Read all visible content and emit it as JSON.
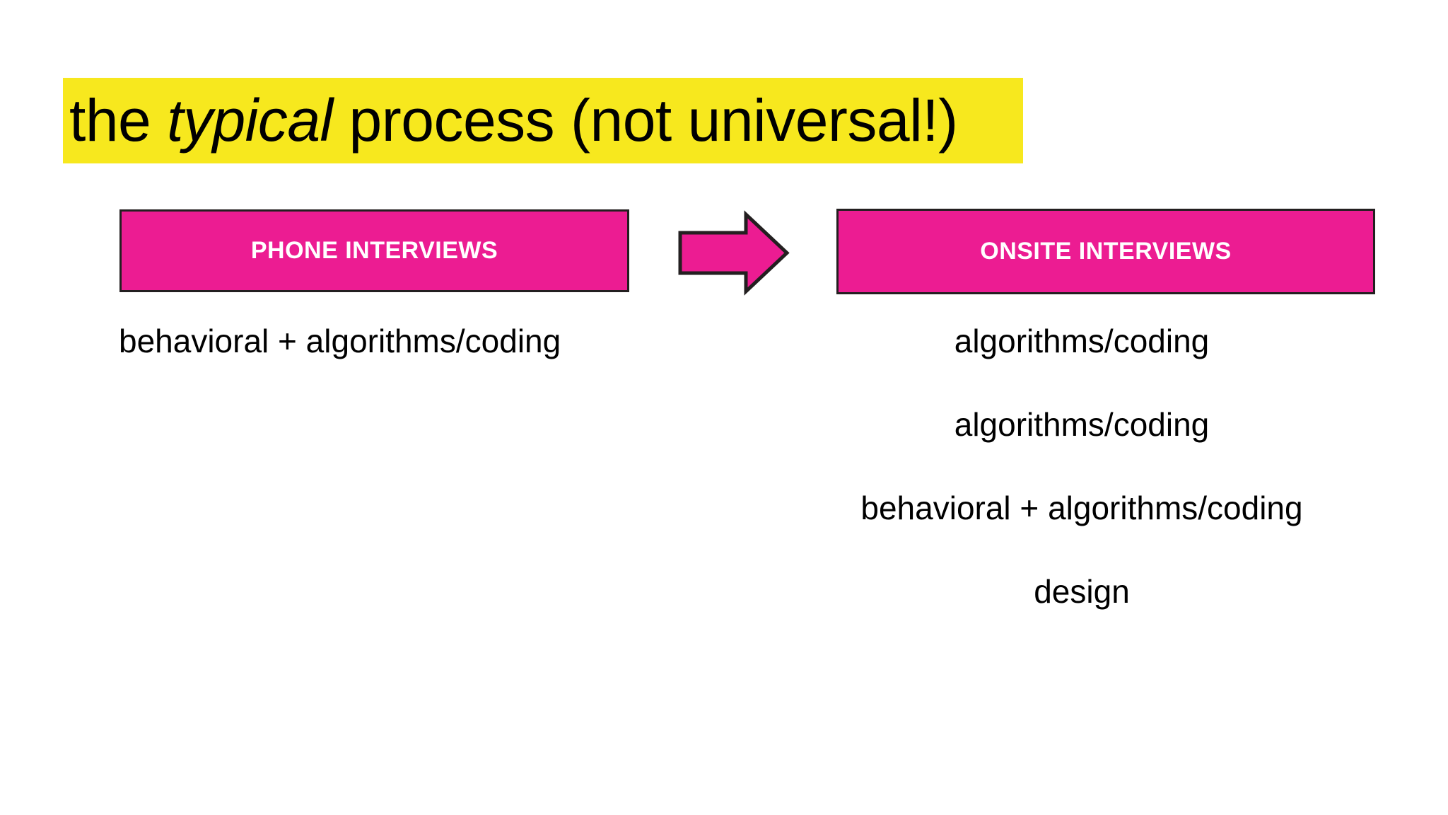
{
  "slide": {
    "background_color": "#ffffff",
    "title": {
      "prefix": "the ",
      "emphasis": "typical",
      "suffix": " process (not universal!)",
      "full_text": "the typical process (not universal!)",
      "highlight_color": "#F7E81E",
      "text_color": "#000000"
    },
    "accent_color": "#EC1C92",
    "outline_color": "#231f20",
    "flow": {
      "arrow": {
        "icon": "right-arrow-icon",
        "direction": "right",
        "fill_color": "#EC1C92",
        "stroke_color": "#231f20"
      },
      "stages": [
        {
          "id": "phone",
          "label": "PHONE INTERVIEWS",
          "label_color": "#ffffff",
          "box_color": "#EC1C92",
          "align": "left",
          "items": [
            "behavioral + algorithms/coding"
          ]
        },
        {
          "id": "onsite",
          "label": "ONSITE INTERVIEWS",
          "label_color": "#ffffff",
          "box_color": "#EC1C92",
          "align": "center",
          "items": [
            "algorithms/coding",
            "algorithms/coding",
            "behavioral + algorithms/coding",
            "design"
          ]
        }
      ]
    }
  }
}
